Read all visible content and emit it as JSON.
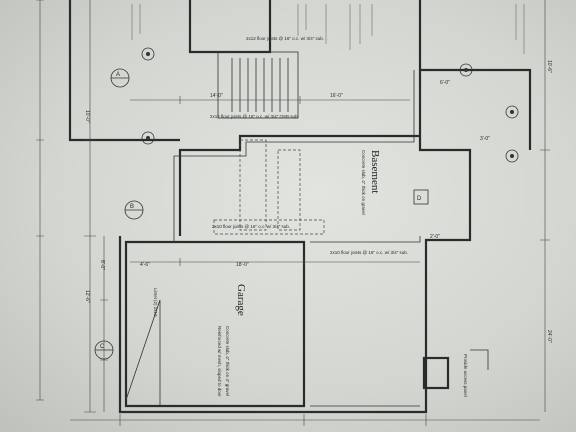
{
  "rooms": {
    "basement_label": "Basement",
    "garage_label": "Garage"
  },
  "notes": {
    "beam_note": "2x12 floor joists @ 16\" o.c. w/ 3/4\" OSB sub.",
    "joist_note": "2x10 floor joists @ 16\" o.c. w/ 3/4\" sub.",
    "stair_note": "2x12 floor joists @ 16\" o.c. w/ 3/4\" sub.",
    "lower_joist_note": "2x10 floor joists @ 16\" o.c. w/ 3/4\" sub.",
    "garage_slab_note": "Concrete slab, 4\" thick on 4\" gravel",
    "garage_drain_note": "Reinforced w/ mesh, sloped to door",
    "basement_slab_note": "Concrete slab, 4\" thick on gravel",
    "right_note": "Provide access panel",
    "lintel_note": "Lintel (2) 2x10"
  },
  "dimensions": {
    "d1": "10'-0\"",
    "d2": "12'-6\"",
    "d3": "8'-0\"",
    "d4": "14'-0\"",
    "d5": "16'-0\"",
    "d6": "4'-6\"",
    "d7": "18'-0\"",
    "d8": "24'-0\"",
    "d9": "6'-0\"",
    "d10": "3'-0\"",
    "d11": "10'-6\"",
    "d12": "2'-0\""
  },
  "markers": {
    "m1": "A",
    "m2": "B",
    "m3": "C",
    "m4": "D"
  }
}
